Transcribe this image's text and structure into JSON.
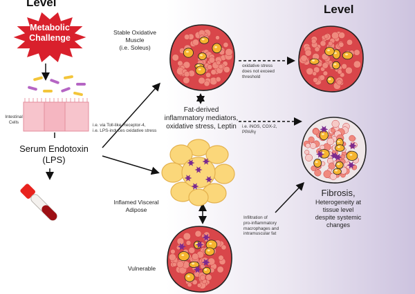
{
  "headers": {
    "left": "Level",
    "right": "Level"
  },
  "challenge": {
    "line1": "Metabolic",
    "line2": "Challenge",
    "color": "#d9202c"
  },
  "intestinal_label": "Intestinal\nCells",
  "endotoxin": {
    "line1": "Serum Endotoxin",
    "line2": "(LPS)"
  },
  "tlr_note": {
    "line1": "i.e. via Toll-like Receptor-4,",
    "line2": "i.e. LPS-induces oxidative stress"
  },
  "stable_muscle": {
    "line1": "Stable Oxidative",
    "line2": "Muscle",
    "line3": "(i.e. Soleus)"
  },
  "oxidative_note": {
    "line1": "oxidative stress",
    "line2": "does not exceed",
    "line3": "threshold"
  },
  "fat_mediators": {
    "line1": "Fat-derived",
    "line2": "inflammatory mediators,",
    "line3": "oxidative stress, Leptin"
  },
  "inos_note": {
    "line1": "i.e. iNOS, COX-2,",
    "line2": "PPARγ"
  },
  "visceral": {
    "line1": "Inflamed Visceral",
    "line2": "Adipose"
  },
  "infiltration": {
    "line1": "Infiltration of",
    "line2": "pro-inflammatory",
    "line3": "macrophages and",
    "line4": "intramuscular fat"
  },
  "fibrosis": {
    "line1": "Fibrosis,",
    "line2": "Heterogeneity at",
    "line3": "tissue level",
    "line4": "despite systemic",
    "line5": "changes"
  },
  "vulnerable": "Vulnerable",
  "colors": {
    "muscle_fill": "#d9464a",
    "fiber": "#f08a7e",
    "fat": "#f6b42f",
    "adipose": "#fbd77a",
    "macrophage": "#7b2a8f"
  }
}
